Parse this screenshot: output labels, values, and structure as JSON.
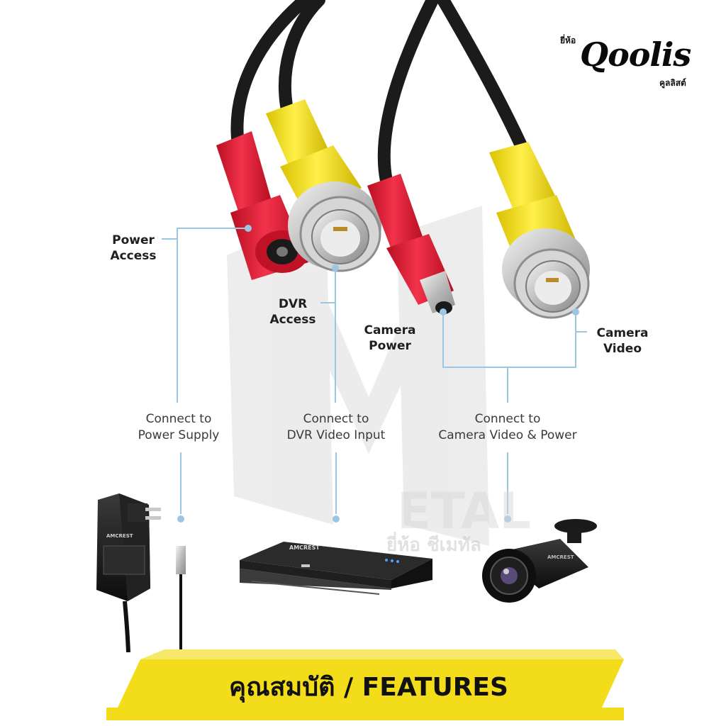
{
  "brand": {
    "prefix_th": "ยี่ห้อ",
    "name": "Qoolis",
    "name_th": "คูลลิสต์"
  },
  "watermark": {
    "letters": "ETAL",
    "subtitle": "ยี่ห้อ ชีเมทัล"
  },
  "labels": {
    "power_access": [
      "Power",
      "Access"
    ],
    "dvr_access": [
      "DVR",
      "Access"
    ],
    "camera_power": [
      "Camera",
      "Power"
    ],
    "camera_video": [
      "Camera",
      "Video"
    ]
  },
  "captions": {
    "power_supply": [
      "Connect to",
      "Power Supply"
    ],
    "dvr_input": [
      "Connect to",
      "DVR Video Input"
    ],
    "camera": [
      "Connect to",
      "Camera Video & Power"
    ]
  },
  "devices": {
    "adapter_brand": "AMCREST",
    "dvr_brand": "AMCREST",
    "camera_brand": "AMCREST"
  },
  "banner": {
    "text": "คุณสมบัติ / FEATURES"
  },
  "colors": {
    "connector_line": "#9cc7e4",
    "cable_black": "#1b1b1b",
    "plug_red": "#e0192f",
    "plug_yellow": "#f6e000",
    "metal": "#c8c8c8",
    "banner_yellow": "#f3dc1a"
  }
}
